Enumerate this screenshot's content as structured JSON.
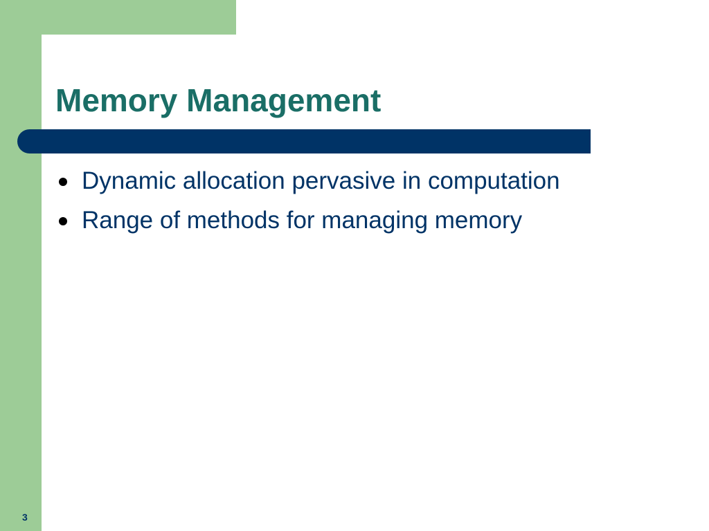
{
  "slide": {
    "title": "Memory Management",
    "bullets": [
      "Dynamic allocation pervasive in computation",
      "Range of methods for managing memory"
    ],
    "page_number": "3"
  },
  "colors": {
    "accent_green": "#9dcc97",
    "title_teal": "#1a6e66",
    "bar_navy": "#003366",
    "text_navy": "#003366"
  }
}
